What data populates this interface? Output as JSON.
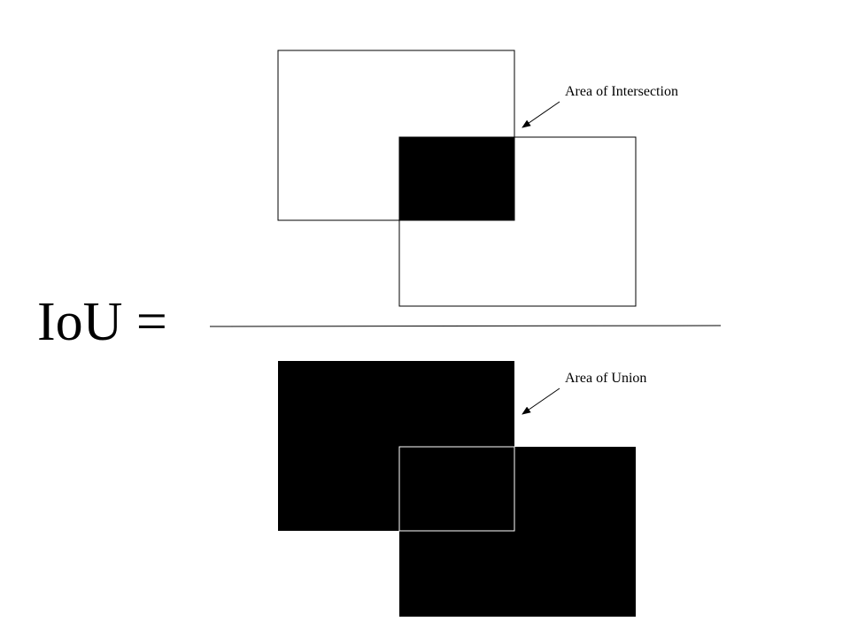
{
  "formula": {
    "lhs": "IoU ="
  },
  "numerator": {
    "label": "Area of Intersection"
  },
  "denominator": {
    "label": "Area of Union"
  },
  "colors": {
    "background": "#ffffff",
    "ink": "#000000",
    "union_overlap_outline": "#ffffff"
  }
}
